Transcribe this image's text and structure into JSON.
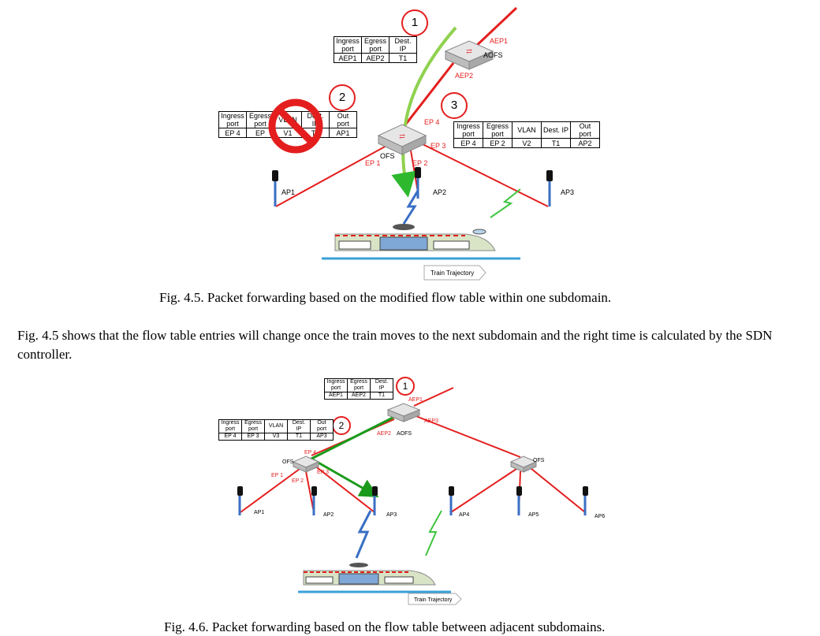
{
  "fig1": {
    "caption": "Fig. 4.5. Packet forwarding based on the modified flow table within one subdomain.",
    "step1": "1",
    "step2": "2",
    "step3": "3",
    "table1": {
      "headers": [
        "Ingress port",
        "Egress port",
        "Dest. IP"
      ],
      "row": [
        "AEP1",
        "AEP2",
        "T1"
      ]
    },
    "table2": {
      "headers": [
        "Ingress port",
        "Egress port",
        "VLAN",
        "Dest. IP",
        "Out port"
      ],
      "row": [
        "EP 4",
        "EP",
        "V1",
        "T1",
        "AP1"
      ]
    },
    "table3": {
      "headers": [
        "Ingress port",
        "Egress port",
        "VLAN",
        "Dest. IP",
        "Out port"
      ],
      "row": [
        "EP 4",
        "EP 2",
        "V2",
        "T1",
        "AP2"
      ]
    },
    "labels": {
      "aep1": "AEP1",
      "aofs": "AOFS",
      "aep2": "AEP2",
      "ep4": "EP 4",
      "ep3": "EP 3",
      "ofs": "OFS",
      "ep1": "EP 1",
      "ep2": "EP 2",
      "ap1": "AP1",
      "ap2": "AP2",
      "ap3": "AP3"
    },
    "trajectory": "Train Trajectory"
  },
  "paragraph": "Fig. 4.5 shows that the flow table entries will change once the train moves to the next subdomain and the right time is calculated by the SDN controller.",
  "fig2": {
    "caption": "Fig. 4.6. Packet forwarding based on the flow table between adjacent subdomains.",
    "step1": "1",
    "step2": "2",
    "table1": {
      "headers": [
        "Ingress port",
        "Egress port",
        "Dest. IP"
      ],
      "row": [
        "AEP1",
        "AEP2",
        "T1"
      ]
    },
    "table2": {
      "headers": [
        "Ingress port",
        "Egress port",
        "VLAN",
        "Dest. IP",
        "Out port"
      ],
      "row": [
        "EP 4",
        "EP 3",
        "V3",
        "T1",
        "AP3"
      ]
    },
    "labels": {
      "aep1": "AEP1",
      "aep3": "AEP3",
      "aep2": "AEP2",
      "aofs": "AOFS",
      "ep4": "EP 4",
      "ofs_left": "OFS",
      "ep1": "EP 1",
      "ep3": "EP 3",
      "ep2": "EP 2",
      "ofs_right": "OFS",
      "ap1": "AP1",
      "ap2": "AP2",
      "ap3": "AP3",
      "ap4": "AP4",
      "ap5": "AP5",
      "ap6": "AP6"
    },
    "trajectory": "Train Trajectory"
  },
  "colors": {
    "red_link": "#e41e1e",
    "green_path": "#2eb82e",
    "light_green": "#8fd14f",
    "rail": "#3aa0d8"
  }
}
